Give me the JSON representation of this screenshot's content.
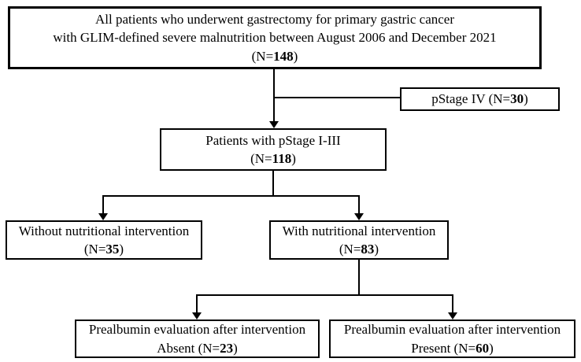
{
  "figure": {
    "background_color": "#ffffff",
    "line_color": "#000000",
    "text_color": "#000000"
  },
  "nodes": {
    "all_patients": {
      "line1": "All patients who underwent gastrectomy for primary gastric cancer",
      "line2": "with GLIM-defined severe malnutrition between August 2006 and December 2021",
      "n_prefix": "(N=",
      "n_value": "148",
      "n_suffix": ")"
    },
    "pstage_iv": {
      "n_prefix": "pStage IV (N=",
      "n_value": "30",
      "n_suffix": ")"
    },
    "pstage_i_iii": {
      "line1": "Patients with pStage I-III",
      "n_prefix": "(N=",
      "n_value": "118",
      "n_suffix": ")"
    },
    "without_intervention": {
      "line1": "Without nutritional intervention",
      "n_prefix": "(N=",
      "n_value": "35",
      "n_suffix": ")"
    },
    "with_intervention": {
      "line1": "With nutritional intervention",
      "n_prefix": "(N=",
      "n_value": "83",
      "n_suffix": ")"
    },
    "prealbumin_absent": {
      "line1": "Prealbumin evaluation after intervention",
      "n_prefix": "Absent (N=",
      "n_value": "23",
      "n_suffix": ")"
    },
    "prealbumin_present": {
      "line1": "Prealbumin evaluation after intervention",
      "n_prefix": "Present (N=",
      "n_value": "60",
      "n_suffix": ")"
    }
  }
}
